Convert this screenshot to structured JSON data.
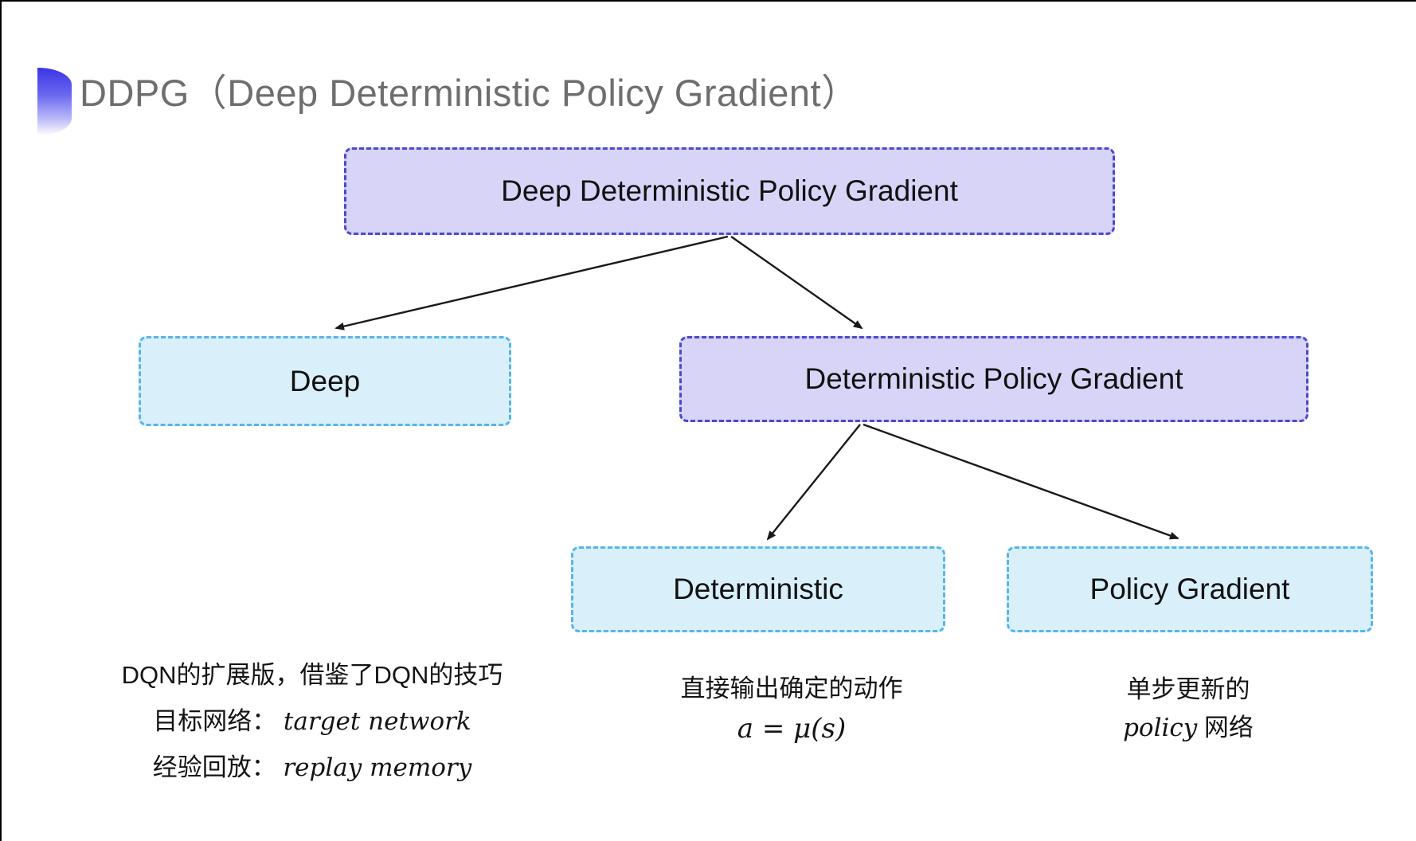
{
  "title": {
    "text": "DDPG（Deep Deterministic Policy Gradient）",
    "color": "#6e6e6e"
  },
  "tree": {
    "root": {
      "label": "Deep Deterministic Policy Gradient",
      "variant": "purple"
    },
    "level2": [
      {
        "label": "Deep",
        "variant": "cyan"
      },
      {
        "label": "Deterministic Policy Gradient",
        "variant": "purple"
      }
    ],
    "level3": [
      {
        "label": "Deterministic",
        "variant": "cyan"
      },
      {
        "label": "Policy Gradient",
        "variant": "cyan"
      }
    ]
  },
  "notes": {
    "deep": {
      "line1": "DQN的扩展版，借鉴了DQN的技巧",
      "line2_zh": "目标网络：",
      "line2_en": "target network",
      "line3_zh": "经验回放：",
      "line3_en": "replay memory"
    },
    "deterministic": {
      "line1": "直接输出确定的动作",
      "equation": "a = μ(s)"
    },
    "policy_gradient": {
      "line1": "单步更新的",
      "line2_en": "policy",
      "line2_zh": "网络"
    }
  },
  "colors": {
    "purple_fill": "#d8d4f7",
    "purple_border": "#4a49cf",
    "cyan_fill": "#d9f0fb",
    "cyan_border": "#57b5e9",
    "title_gray": "#6e6e6e",
    "arrow": "#1a1a1a",
    "accent_gradient_top": "#3a35e6"
  }
}
